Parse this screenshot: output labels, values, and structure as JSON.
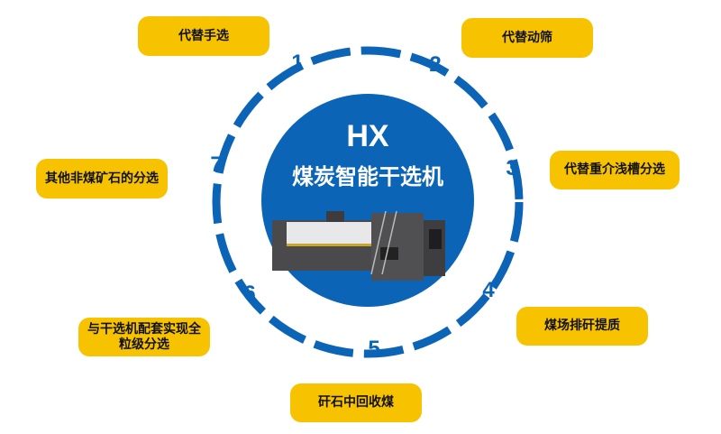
{
  "center": {
    "brand": "HX",
    "title": "煤炭智能干选机"
  },
  "steps": [
    {
      "num": "1",
      "label": "代替手选"
    },
    {
      "num": "2",
      "label": "代替动筛"
    },
    {
      "num": "3",
      "label": "代替重介浅槽分选"
    },
    {
      "num": "4",
      "label": "煤场排矸提质"
    },
    {
      "num": "5",
      "label": "矸石中回收煤"
    },
    {
      "num": "6",
      "label": "与干选机配套实现全粒级分选"
    },
    {
      "num": "7",
      "label": "其他非煤矿石的分选"
    }
  ],
  "colors": {
    "blue": "#0b64b6",
    "yellow": "#f7c300"
  }
}
